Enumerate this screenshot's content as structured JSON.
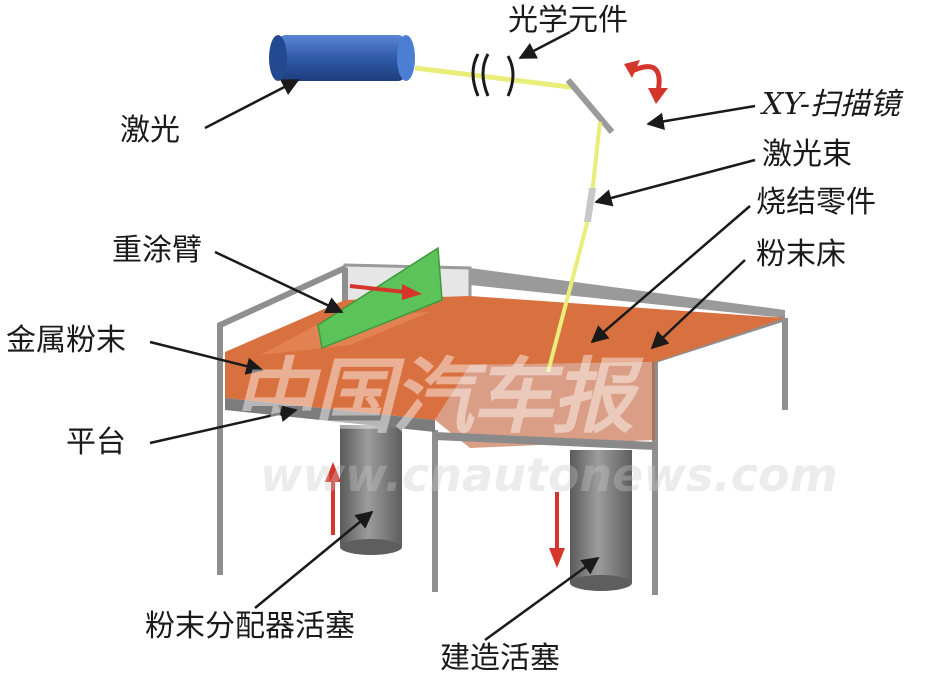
{
  "labels": {
    "optics": "光学元件",
    "laser": "激光",
    "xy_scanner": "XY-扫描镜",
    "laser_beam": "激光束",
    "sintered_part": "烧结零件",
    "powder_bed": "粉末床",
    "recoater": "重涂臂",
    "metal_powder": "金属粉末",
    "platform": "平台",
    "dispenser_piston": "粉末分配器活塞",
    "build_piston": "建造活塞"
  },
  "watermark": {
    "brand": "中国汽车报",
    "url": "www.cnautonews.com"
  },
  "colors": {
    "laser_body": "#2f5aa8",
    "beam": "#e9ee7a",
    "powder": "#d9703f",
    "recoater": "#5cc25a",
    "frame": "#8f8f8f",
    "piston": "#7b7b7b",
    "arrow": "#d4362b"
  }
}
